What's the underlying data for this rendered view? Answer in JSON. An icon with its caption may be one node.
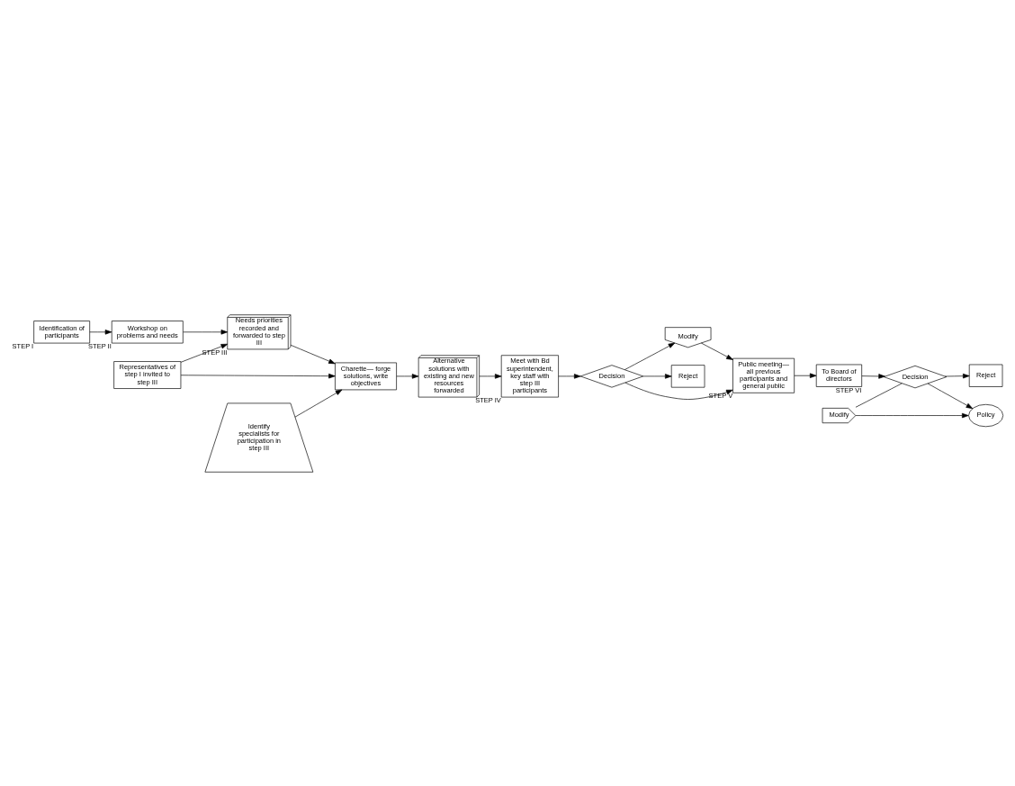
{
  "diagram": {
    "nodes": [
      {
        "text": [
          "Identification of participants"
        ],
        "beside": [
          "STEP I"
        ]
      },
      {
        "text": [
          "Workshop on problems and needs"
        ],
        "beside": [
          "STEP II"
        ]
      },
      {
        "text": [
          "Representatives of step I invited to step III"
        ]
      },
      {
        "text": [
          "Needs priorities recorded and forwarded to step III"
        ],
        "beside": [
          "STEP III"
        ]
      },
      {
        "text": [
          "Charette— forge solutions, write objectives"
        ]
      },
      {
        "text": [
          "Identify specialists for participation in step III"
        ]
      },
      {
        "text": [
          "Alternative solutions with existing and new resources forwarded"
        ]
      },
      {
        "text": [
          "Meet with Bd superintendent, key staff with step III participants"
        ],
        "beside": [
          "STEP IV"
        ]
      },
      {
        "text": [
          "Decision"
        ]
      },
      {
        "text": [
          "Modify"
        ]
      },
      {
        "text": [
          "Reject"
        ]
      },
      {
        "text": [
          "Public meeting— all previous participants and general public"
        ],
        "beside": [
          "STEP V"
        ]
      },
      {
        "text": [
          "To Board of directors"
        ],
        "beside": [
          "STEP VI"
        ]
      },
      {
        "text": [
          "Decision"
        ]
      },
      {
        "text": [
          "Modify"
        ]
      },
      {
        "text": [
          "Policy"
        ]
      },
      {
        "text": [
          "Reject"
        ]
      }
    ],
    "edges": [
      {
        "from": 0,
        "to": 1,
        "arrow": "to"
      },
      {
        "from": 1,
        "to": 3,
        "arrow": "to"
      },
      {
        "from": 2,
        "to": 3,
        "arrow": "to"
      },
      {
        "from": 2,
        "to": 4,
        "arrow": "to"
      },
      {
        "from": 3,
        "to": 4,
        "arrow": "to"
      },
      {
        "from": 5,
        "to": 4,
        "arrow": "to"
      },
      {
        "from": 4,
        "to": 6,
        "arrow": "to"
      },
      {
        "from": 6,
        "to": 7,
        "arrow": "to"
      },
      {
        "from": 7,
        "to": 8,
        "arrow": "to"
      },
      {
        "from": 8,
        "to": 9,
        "arrow": "to"
      },
      {
        "from": 8,
        "to": 10,
        "arrow": "to"
      },
      {
        "from": 8,
        "to": 11,
        "arrow": "to"
      },
      {
        "from": 9,
        "to": 11,
        "arrow": "to"
      },
      {
        "from": 11,
        "to": 12,
        "arrow": "to"
      },
      {
        "from": 12,
        "to": 13,
        "arrow": "to"
      },
      {
        "from": 14,
        "to": 13,
        "arrow": "none"
      },
      {
        "from": 14,
        "to": 15,
        "arrow": "to"
      },
      {
        "from": 13,
        "to": 15,
        "arrow": "to"
      },
      {
        "from": 13,
        "to": 16,
        "arrow": "to"
      }
    ]
  }
}
